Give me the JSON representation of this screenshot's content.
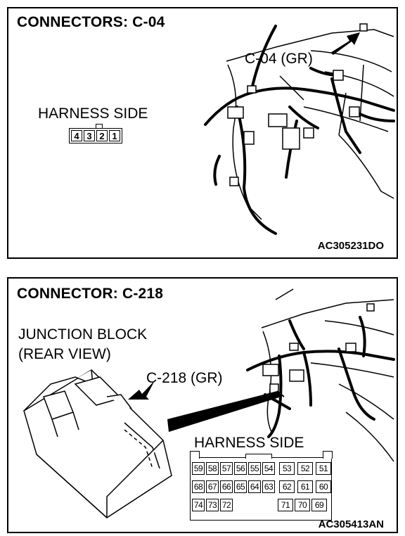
{
  "panel1": {
    "title": "CONNECTORS: C-04",
    "connector_label": "C-04 (GR)",
    "harness_side": "HARNESS SIDE",
    "pins": [
      "4",
      "3",
      "2",
      "1"
    ],
    "code": "AC305231DO"
  },
  "panel2": {
    "title": "CONNECTOR: C-218",
    "block_line1": "JUNCTION BLOCK",
    "block_line2": "(REAR VIEW)",
    "connector_label": "C-218 (GR)",
    "harness_side": "HARNESS SIDE",
    "row1": [
      "59",
      "58",
      "57",
      "56",
      "55",
      "54",
      "53",
      "52",
      "51"
    ],
    "row2": [
      "68",
      "67",
      "66",
      "65",
      "64",
      "63",
      "62",
      "61",
      "60"
    ],
    "row3_left": [
      "74",
      "73",
      "72"
    ],
    "row3_right": [
      "71",
      "70",
      "69"
    ],
    "code": "AC305413AN"
  }
}
